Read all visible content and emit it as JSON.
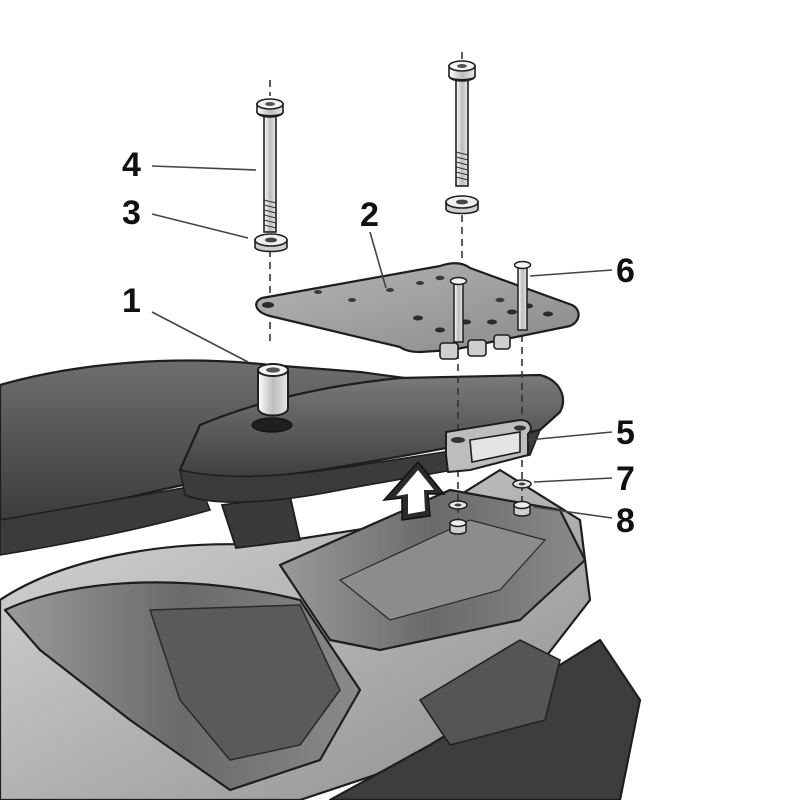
{
  "callouts": [
    {
      "id": "part-1",
      "label": "1"
    },
    {
      "id": "part-2",
      "label": "2"
    },
    {
      "id": "part-3",
      "label": "3"
    },
    {
      "id": "part-4",
      "label": "4"
    },
    {
      "id": "part-5",
      "label": "5"
    },
    {
      "id": "part-6",
      "label": "6"
    },
    {
      "id": "part-7",
      "label": "7"
    },
    {
      "id": "part-8",
      "label": "8"
    }
  ],
  "colors": {
    "body_dark": "#4a4a4a",
    "seat": "#5a5a5a",
    "plate": "#9c9c9c",
    "bracket": "#a8a8a8",
    "tail_light": "#7c7c7c",
    "arrow": "#2a2a2a"
  }
}
